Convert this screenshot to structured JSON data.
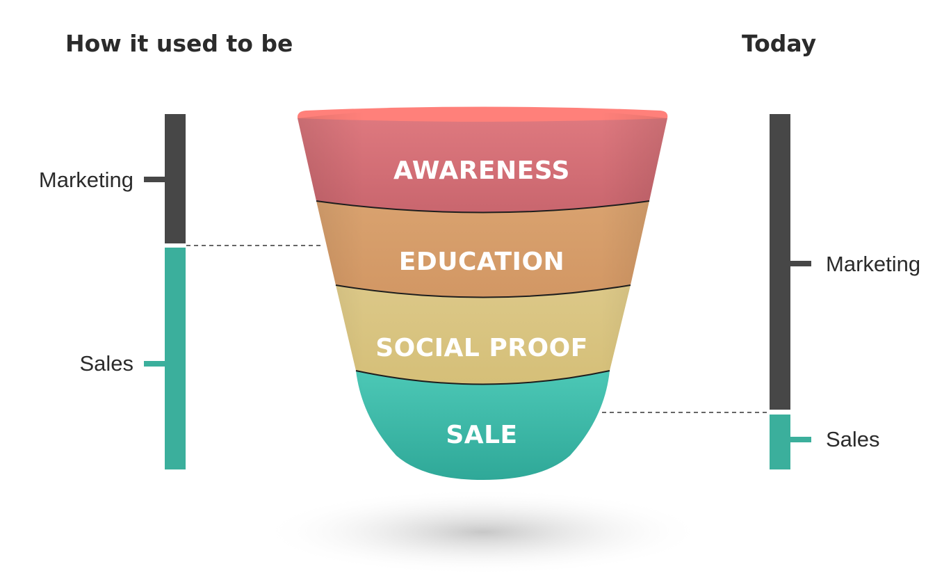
{
  "headings": {
    "left": "How it used to be",
    "right": "Today"
  },
  "funnel": {
    "stages": [
      {
        "label": "AWARENESS",
        "color": "#cf6b72"
      },
      {
        "label": "EDUCATION",
        "color": "#d49b68"
      },
      {
        "label": "SOCIAL PROOF",
        "color": "#d8c37e"
      },
      {
        "label": "SALE",
        "color": "#44bfae"
      }
    ]
  },
  "left_bar": {
    "segments": [
      {
        "label": "Marketing",
        "color": "#474747"
      },
      {
        "label": "Sales",
        "color": "#3baf9c"
      }
    ]
  },
  "right_bar": {
    "segments": [
      {
        "label": "Marketing",
        "color": "#474747"
      },
      {
        "label": "Sales",
        "color": "#3baf9c"
      }
    ]
  }
}
